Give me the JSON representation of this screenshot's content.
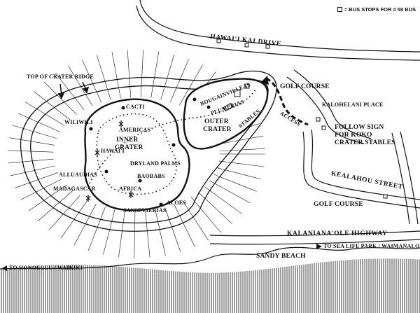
{
  "legend": {
    "text": "= BUS STOPS FOR # 58 BUS",
    "icon": "bus-stop-square-icon"
  },
  "roads": {
    "hawaii_kai_drive": "HAWAI'I KAI DRIVE",
    "kalohelani_place": "KALOHELANI PLACE",
    "kealahou_street": "KEALAHOU STREET",
    "kalanianaole_highway": "KALANIANA'OLE HIGHWAY",
    "access": "ACCESS"
  },
  "areas": {
    "golf_course_north": "GOLF COURSE",
    "golf_course_south": "GOLF COURSE",
    "sandy_beach": "SANDY BEACH",
    "top_of_crater_ridge": "TOP OF CRATER RIDGE",
    "inner_crater_line1": "INNER",
    "inner_crater_line2": "CRATER",
    "outer_crater_line1": "OUTER",
    "outer_crater_line2": "CRATER",
    "stables": "STABLES"
  },
  "directions": {
    "follow_sign_line1": "FOLLOW SIGN",
    "follow_sign_line2": "FOR KOKO",
    "follow_sign_line3": "CRATER STABLES",
    "to_honolulu": "TO HONOLULU / WAIKIKI",
    "to_sea_life_park": "TO SEA LIFE PARK / WAIMANALO"
  },
  "plants": {
    "cacti": "CACTI",
    "wiliwili": "WILIWILI",
    "americas": "AMERICAS",
    "hawaii": "HAWAI'I",
    "dryland_palms": "DRYLAND PALMS",
    "alluaudias": "ALLUAUDIAS",
    "baobabs": "BAOBABS",
    "madagascar": "MADAGASCAR",
    "africa": "AFRICA",
    "aloes": "ALOES",
    "sansevierias": "SANSEVIERIAS",
    "bougainvilleas": "BOUGAINVILLEAS",
    "plumerias": "PLUMERIAS"
  },
  "colors": {
    "ink": "#111111",
    "paper": "#ffffff"
  }
}
